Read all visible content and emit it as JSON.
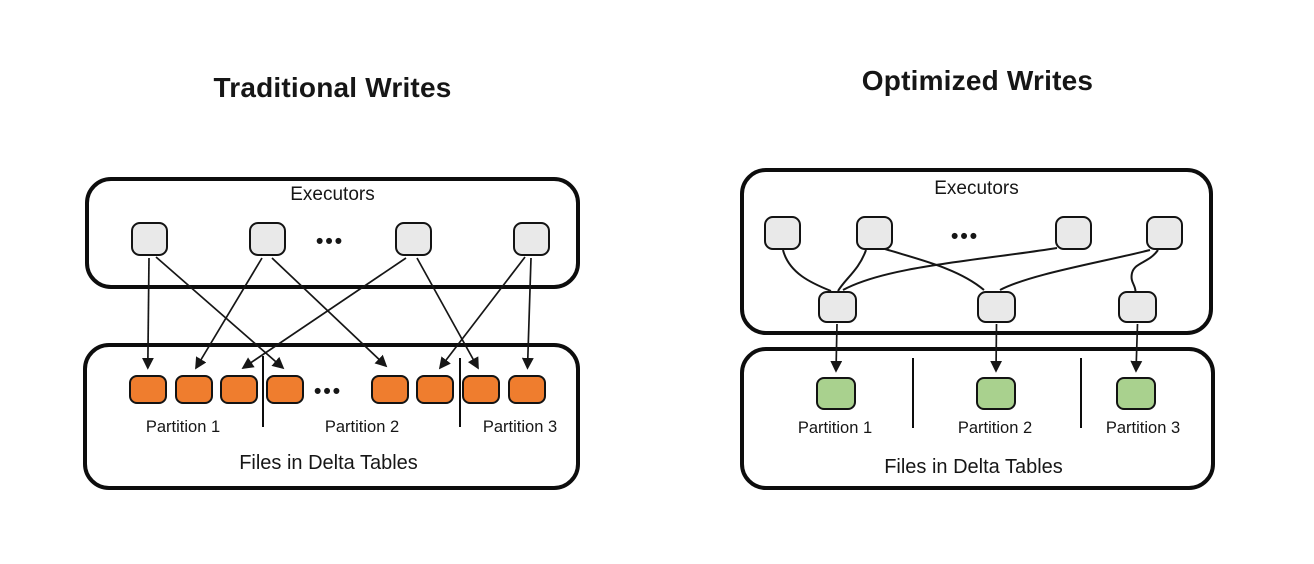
{
  "colors": {
    "ink": "#161616",
    "orange": "#ef7d2e",
    "green": "#a9d18e",
    "node-gray": "#e9e9e9"
  },
  "panels": {
    "traditional": {
      "title": "Traditional Writes",
      "executors_label": "Executors",
      "executors_ellipsis": "•••",
      "files_ellipsis": "•••",
      "files_label": "Files in Delta Tables",
      "partitions": [
        "Partition 1",
        "Partition 2",
        "Partition 3"
      ],
      "executor_count": 4,
      "file_count": 8
    },
    "optimized": {
      "title": "Optimized Writes",
      "executors_label": "Executors",
      "executors_ellipsis": "•••",
      "files_label": "Files in Delta Tables",
      "partitions": [
        "Partition 1",
        "Partition 2",
        "Partition 3"
      ],
      "executor_count": 4,
      "shuffle_executor_count": 3,
      "file_count": 3
    }
  }
}
